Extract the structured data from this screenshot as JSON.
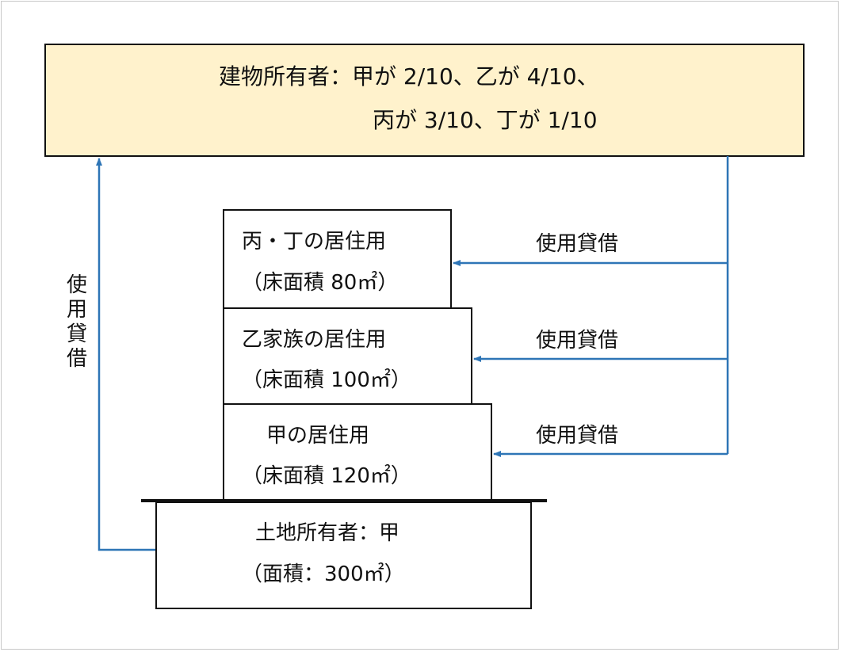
{
  "building_owner": {
    "line1": "建物所有者：甲が 2/10、乙が 4/10、",
    "line2": "丙が 3/10、丁が 1/10"
  },
  "floors": [
    {
      "title": "丙・丁の居住用",
      "area": "（床面積 80㎡）",
      "relation": "使用貸借"
    },
    {
      "title": "乙家族の居住用",
      "area": "（床面積 100㎡）",
      "relation": "使用貸借"
    },
    {
      "title": "甲の居住用",
      "area": "（床面積 120㎡）",
      "relation": "使用貸借"
    }
  ],
  "land": {
    "owner": "土地所有者：甲",
    "area": "（面積：300㎡）",
    "relation": "使用貸借"
  },
  "colors": {
    "owner_fill": "#fff2cc",
    "arrow": "#2e75b6"
  }
}
